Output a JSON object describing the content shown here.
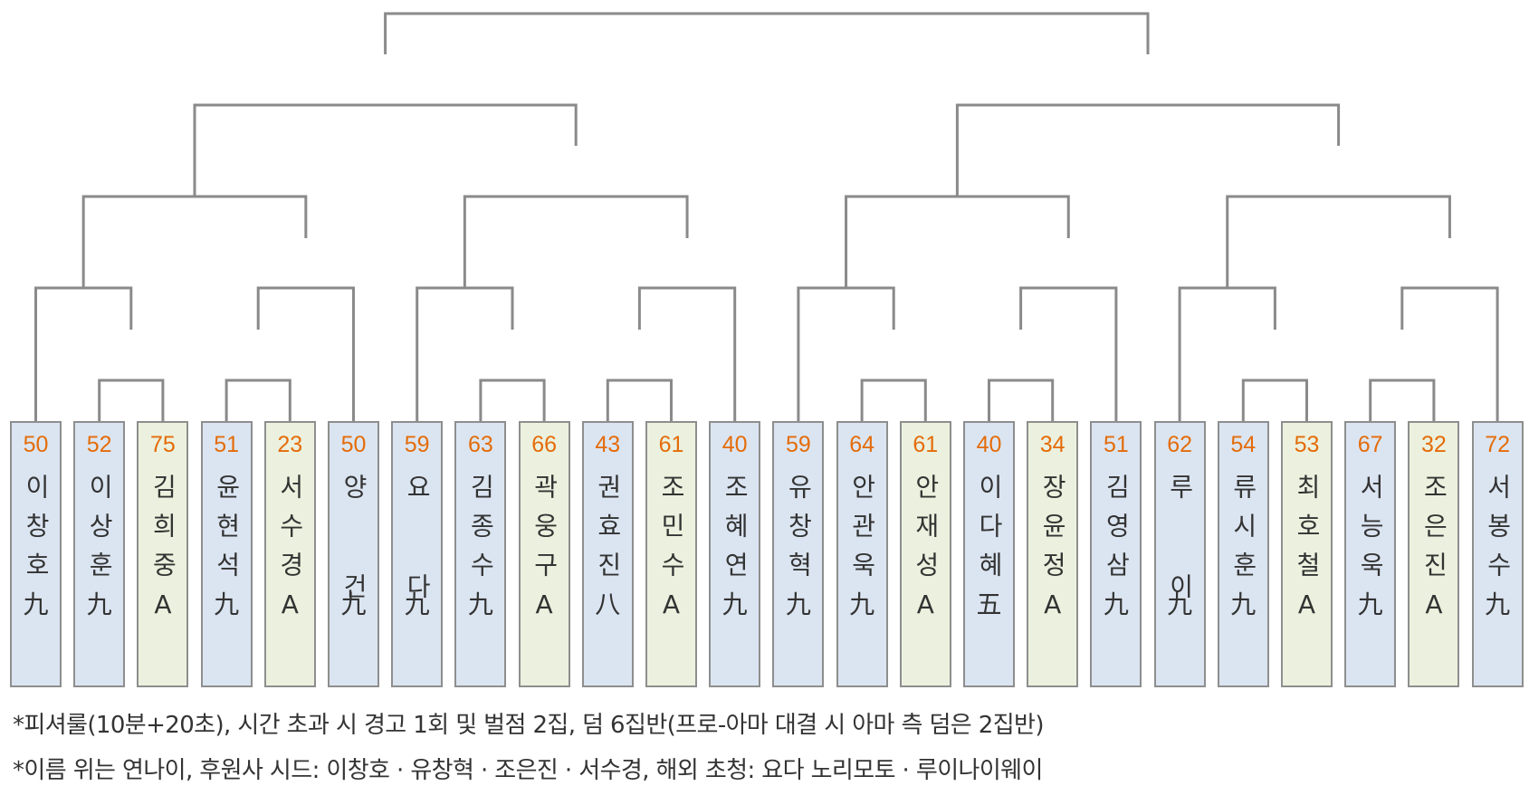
{
  "players": [
    {
      "age": "50",
      "name": "이창호",
      "rank": "九",
      "type": "pro"
    },
    {
      "age": "52",
      "name": "이상훈",
      "rank": "九",
      "type": "pro"
    },
    {
      "age": "75",
      "name": "김희중",
      "rank": "A",
      "type": "ama"
    },
    {
      "age": "51",
      "name": "윤현석",
      "rank": "九",
      "type": "pro"
    },
    {
      "age": "23",
      "name": "서수경",
      "rank": "A",
      "type": "ama"
    },
    {
      "age": "50",
      "name": "양 건",
      "rank": "九",
      "type": "pro"
    },
    {
      "age": "59",
      "name": "요 다",
      "rank": "九",
      "type": "pro"
    },
    {
      "age": "63",
      "name": "김종수",
      "rank": "九",
      "type": "pro"
    },
    {
      "age": "66",
      "name": "곽웅구",
      "rank": "A",
      "type": "ama"
    },
    {
      "age": "43",
      "name": "권효진",
      "rank": "八",
      "type": "pro"
    },
    {
      "age": "61",
      "name": "조민수",
      "rank": "A",
      "type": "ama"
    },
    {
      "age": "40",
      "name": "조혜연",
      "rank": "九",
      "type": "pro"
    },
    {
      "age": "59",
      "name": "유창혁",
      "rank": "九",
      "type": "pro"
    },
    {
      "age": "64",
      "name": "안관욱",
      "rank": "九",
      "type": "pro"
    },
    {
      "age": "61",
      "name": "안재성",
      "rank": "A",
      "type": "ama"
    },
    {
      "age": "40",
      "name": "이다혜",
      "rank": "五",
      "type": "pro"
    },
    {
      "age": "34",
      "name": "장윤정",
      "rank": "A",
      "type": "ama"
    },
    {
      "age": "51",
      "name": "김영삼",
      "rank": "九",
      "type": "pro"
    },
    {
      "age": "62",
      "name": "루 이",
      "rank": "九",
      "type": "pro"
    },
    {
      "age": "54",
      "name": "류시훈",
      "rank": "九",
      "type": "pro"
    },
    {
      "age": "53",
      "name": "최호철",
      "rank": "A",
      "type": "ama"
    },
    {
      "age": "67",
      "name": "서능욱",
      "rank": "九",
      "type": "pro"
    },
    {
      "age": "32",
      "name": "조은진",
      "rank": "A",
      "type": "ama"
    },
    {
      "age": "72",
      "name": "서봉수",
      "rank": "九",
      "type": "pro"
    }
  ],
  "notes": {
    "line1": "*피셔룰(10분+20초), 시간 초과 시 경고 1회 및 벌점 2집, 덤 6집반(프로-아마 대결 시 아마 측 덤은 2집반)",
    "line2": "*이름 위는 연나이, 후원사 시드: 이창호 · 유창혁 · 조은진 · 서수경, 해외 초청: 요다 노리모토 · 루이나이웨이"
  },
  "colors": {
    "pro": "#dbe5f1",
    "ama": "#ebf1de",
    "age": "#e46c0a",
    "line": "#8a8a8a"
  }
}
